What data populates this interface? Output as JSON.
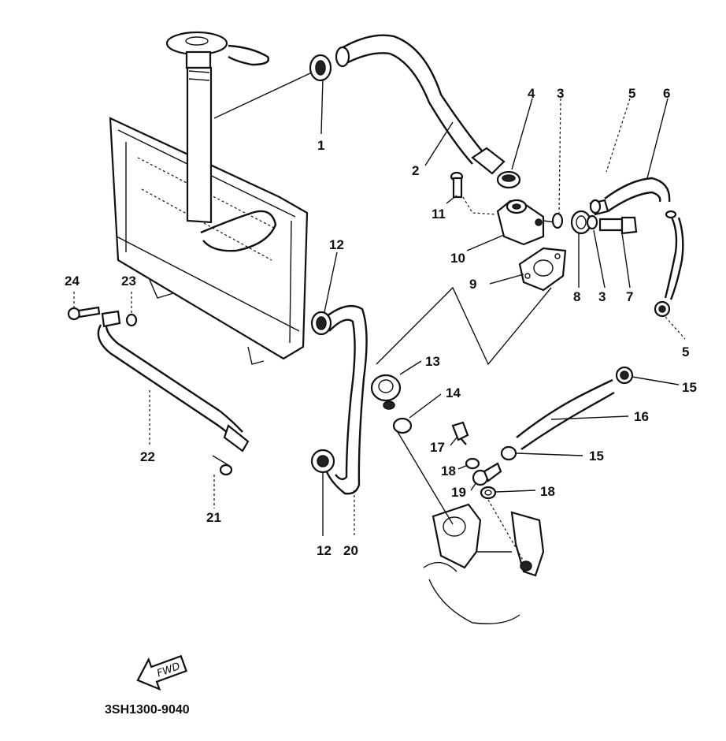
{
  "diagram": {
    "part_code": "3SH1300-9040",
    "fwd_label": "FWD",
    "callouts": [
      "1",
      "2",
      "3",
      "3",
      "4",
      "5",
      "5",
      "6",
      "7",
      "8",
      "9",
      "10",
      "11",
      "12",
      "12",
      "13",
      "14",
      "15",
      "15",
      "16",
      "17",
      "18",
      "18",
      "19",
      "20",
      "21",
      "22",
      "23",
      "24"
    ]
  },
  "colors": {
    "ink": "#111111",
    "paper": "#ffffff"
  }
}
